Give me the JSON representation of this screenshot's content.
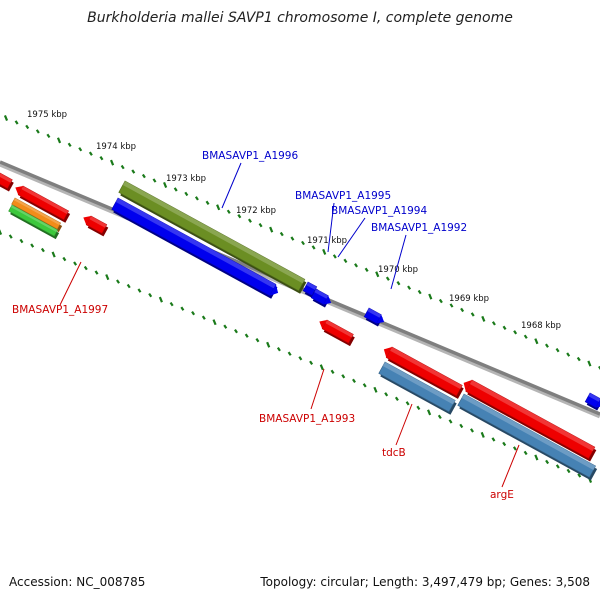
{
  "title": "Burkholderia mallei SAVP1 chromosome I, complete genome",
  "accession_label": "Accession: NC_008785",
  "summary_label": "Topology: circular; Length: 3,497,479 bp; Genes: 3,508",
  "scale_ticks": [
    {
      "label": "1975 kbp"
    },
    {
      "label": "1974 kbp"
    },
    {
      "label": "1973 kbp"
    },
    {
      "label": "1972 kbp"
    },
    {
      "label": "1971 kbp"
    },
    {
      "label": "1970 kbp"
    },
    {
      "label": "1969 kbp"
    },
    {
      "label": "1968 kbp"
    }
  ],
  "gene_labels": [
    {
      "text": "BMASAVP1_A1996",
      "color": "#0000cc"
    },
    {
      "text": "BMASAVP1_A1995",
      "color": "#0000cc"
    },
    {
      "text": "BMASAVP1_A1994",
      "color": "#0000cc"
    },
    {
      "text": "BMASAVP1_A1992",
      "color": "#0000cc"
    },
    {
      "text": "BMASAVP1_A1997",
      "color": "#cc0000"
    },
    {
      "text": "BMASAVP1_A1993",
      "color": "#cc0000"
    },
    {
      "text": "tdcB",
      "color": "#cc0000"
    },
    {
      "text": "argE",
      "color": "#cc0000"
    }
  ],
  "colors": {
    "backbone": "#7f7f7f",
    "tick": "#1a7a1a",
    "forward": "#0000ee",
    "reverse": "#ee0000",
    "olive": "#6b8e23",
    "steelblue": "#4682b4",
    "orange": "#f28c1a",
    "green": "#3cc83c"
  }
}
